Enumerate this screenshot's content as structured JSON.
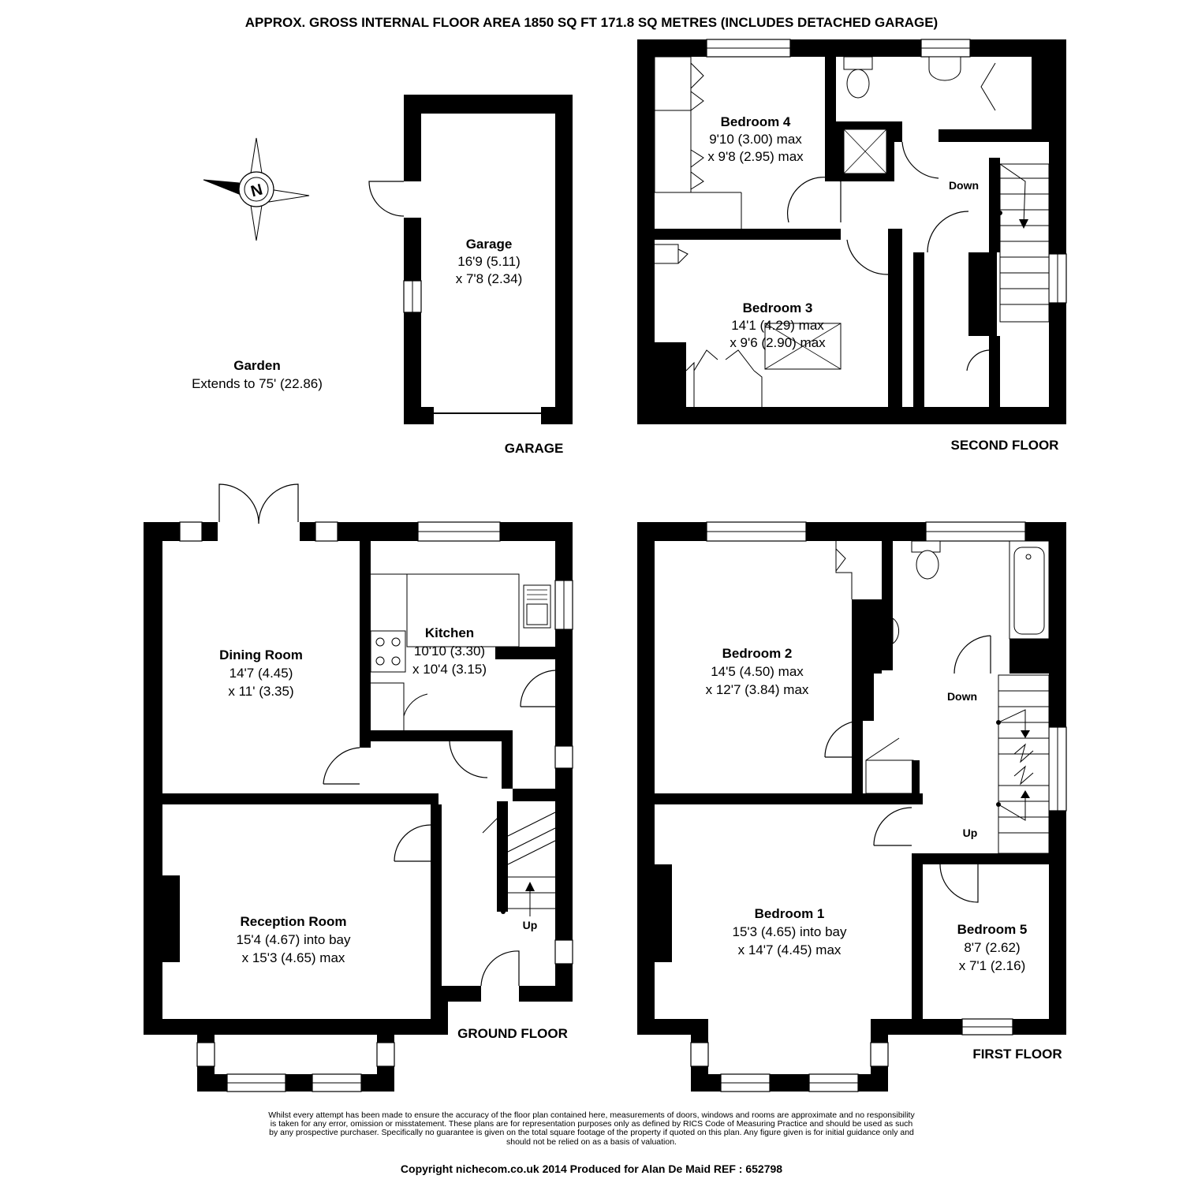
{
  "title": "APPROX. GROSS INTERNAL FLOOR AREA 1850 SQ FT 171.8 SQ METRES (INCLUDES DETACHED GARAGE)",
  "floors": {
    "garage": "GARAGE",
    "second": "SECOND FLOOR",
    "ground": "GROUND FLOOR",
    "first": "FIRST FLOOR"
  },
  "compass": {
    "letter": "N"
  },
  "garden": {
    "name": "Garden",
    "size": "Extends to 75' (22.86)"
  },
  "rooms": {
    "garage": {
      "name": "Garage",
      "dim1": "16'9 (5.11)",
      "dim2": "x 7'8 (2.34)"
    },
    "bedroom4": {
      "name": "Bedroom 4",
      "dim1": "9'10 (3.00) max",
      "dim2": "x 9'8 (2.95) max"
    },
    "bedroom3": {
      "name": "Bedroom 3",
      "dim1": "14'1 (4.29) max",
      "dim2": "x 9'6 (2.90) max"
    },
    "dining": {
      "name": "Dining Room",
      "dim1": "14'7 (4.45)",
      "dim2": "x 11' (3.35)"
    },
    "kitchen": {
      "name": "Kitchen",
      "dim1": "10'10 (3.30)",
      "dim2": "x 10'4 (3.15)"
    },
    "reception": {
      "name": "Reception Room",
      "dim1": "15'4 (4.67) into bay",
      "dim2": "x 15'3 (4.65) max"
    },
    "bedroom2": {
      "name": "Bedroom 2",
      "dim1": "14'5 (4.50) max",
      "dim2": "x 12'7 (3.84) max"
    },
    "bedroom1": {
      "name": "Bedroom 1",
      "dim1": "15'3 (4.65) into bay",
      "dim2": "x 14'7 (4.45) max"
    },
    "bedroom5": {
      "name": "Bedroom 5",
      "dim1": "8'7 (2.62)",
      "dim2": "x 7'1 (2.16)"
    }
  },
  "stairs": {
    "second_down": "Down",
    "ground_up": "Up",
    "first_down": "Down",
    "first_up": "Up"
  },
  "disclaimer": "Whilst every attempt has been made to ensure the accuracy of the floor plan contained here, measurements of doors, windows and rooms are approximate and no responsibility is taken for any error, omission or misstatement. These plans are for representation purposes only as defined by RICS Code of Measuring Practice and should be used as such by any prospective purchaser. Specifically no guarantee is given on the total square footage of the property if quoted on this plan. Any figure given is for initial guidance only and should not be relied on as a basis of valuation.",
  "copyright": "Copyright nichecom.co.uk 2014   Produced for Alan De Maid   REF :  652798"
}
